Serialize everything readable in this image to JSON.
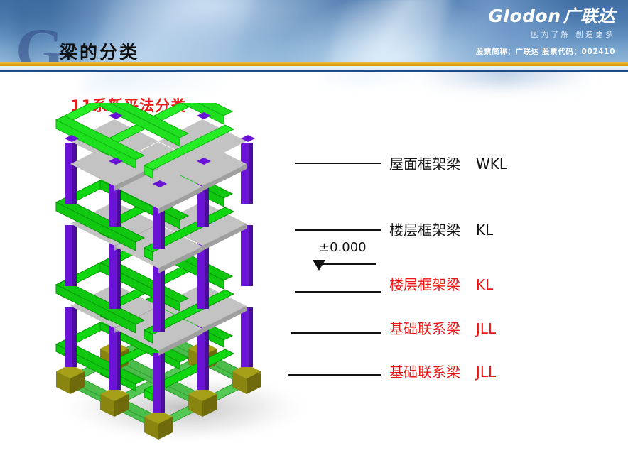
{
  "header": {
    "title": "梁的分类",
    "watermark": "G",
    "logo": {
      "brand_en": "Glodon",
      "brand_cn": "广联达",
      "tagline": "因为了解  创造更多",
      "stock": "股票简称：广联达   股票代码：002410"
    },
    "accent_gold": "#e2a018",
    "accent_blue": "#14467f"
  },
  "body": {
    "red_heading": "11系新平法分类",
    "elevation_marker": "±0.000",
    "callouts": [
      {
        "name": "屋面框架梁",
        "code": "WKL",
        "color": "#121212"
      },
      {
        "name": "楼层框架梁",
        "code": "KL",
        "color": "#121212"
      },
      {
        "name": "楼层框架梁",
        "code": "KL",
        "color": "#ef1515"
      },
      {
        "name": "基础联系梁",
        "code": "JLL",
        "color": "#ef1515"
      },
      {
        "name": "基础联系梁",
        "code": "JLL",
        "color": "#ef1515"
      }
    ],
    "model": {
      "beam_color": "#10d810",
      "beam_top_color": "#25ee25",
      "beam_side_color": "#0aa80a",
      "column_color": "#6a12d6",
      "column_side_color": "#4c0aa0",
      "slab_color": "#c3c3c3",
      "slab_shadow_color": "#9f9f9f",
      "footing_color": "#8a8510",
      "footing_top_color": "#a5a017",
      "ground_beam_color": "#54c854",
      "description": "三维框架结构轴测图：绿色梁、紫色柱、灰色板、橄榄色基础"
    }
  }
}
